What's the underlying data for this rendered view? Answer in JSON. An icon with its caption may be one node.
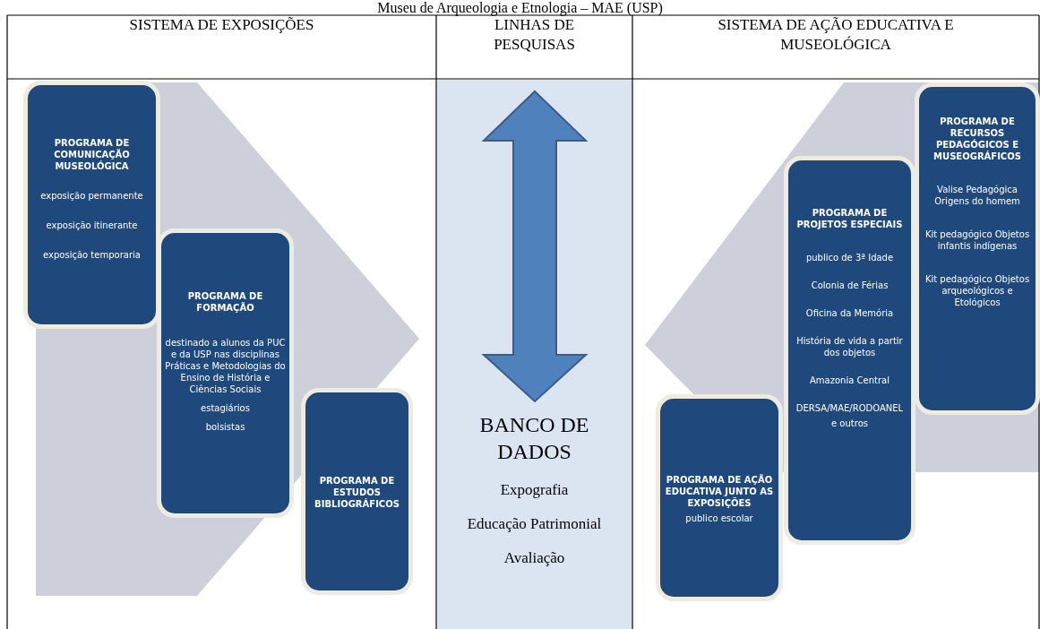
{
  "diagram": {
    "title": "Museu de Arqueologia e Etnologia – MAE (USP)",
    "nodes": [
      {
        "text": [
          "PROGRAMA DE COMUNICAÇÃO MUSEOLÓGICA",
          "exposição permanente",
          "exposição itinerante",
          "exposição temporaria"
        ]
      },
      {
        "text": [
          "PROGRAMA DE FORMAÇÃO",
          "destinado a alunos da PUC  e da USP nas disciplinas Práticas e Metodologias do Ensino de História  e Ciências Sociais",
          "estagiários",
          "bolsistas"
        ]
      },
      {
        "text": [
          "PROGRAMA DE ESTUDOS BIBLIOGRÁFICOS"
        ]
      },
      {
        "text": [
          "BANCO DE DADOS",
          "Expografia",
          "Educação Patrimonial",
          "Avaliação"
        ]
      },
      {
        "text": [
          "PROGRAMA DE AÇÃO EDUCATIVA JUNTO AS EXPOSIÇÕES",
          "publico escolar"
        ]
      },
      {
        "text": [
          "PROGRAMA DE PROJETOS ESPECIAIS",
          "publico de 3ª Idade",
          "Colonia de Férias",
          "Oficina da Memória",
          "História de vida a partir dos  objetos",
          "Amazonia Central",
          "DERSA/MAE/RODOANEL",
          "e outros"
        ]
      },
      {
        "text": [
          "PROGRAMA DE RECURSOS PEDAGÓGICOS E MUSEOGRÁFICOS",
          "Valise Pedagógica Origens do homem",
          "Kit pedagógico Objetos infantis indígenas",
          "Kit pedagógico Objetos arqueológicos e Etológicos"
        ]
      }
    ],
    "labels": [
      "SISTEMA DE EXPOSIÇÕES",
      "LINHAS DE PESQUISAS",
      "SISTEMA DE AÇÃO EDUCATIVA E MUSEOLÓGICA"
    ]
  }
}
